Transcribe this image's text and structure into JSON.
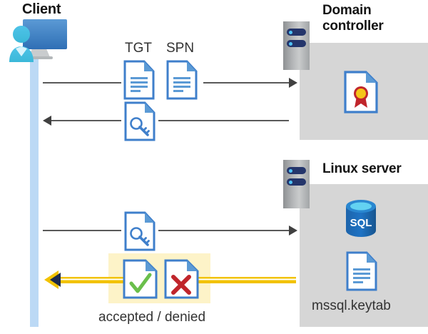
{
  "diagram": {
    "title_client": "Client",
    "title_domain_controller": "Domain controller",
    "title_linux_server": "Linux server",
    "colors": {
      "lifeline": "#bcd9f5",
      "panel_gray": "#d6d6d6",
      "highlight_yellow": "#fdf3c8",
      "arrow_yellow": "#f2c200",
      "arrow_gray": "#404040",
      "doc_blue": "#3f7fcb",
      "accept_green": "#6abf4b",
      "deny_red": "#c0252b",
      "sql_blue": "#1a6bb5",
      "cert_red": "#c0252b",
      "cert_gold": "#f5c518"
    },
    "labels": {
      "tgt": "TGT",
      "spn": "SPN",
      "accepted_denied": "accepted / denied",
      "keytab": "mssql.keytab"
    },
    "icons": {
      "client": "client-user-monitor-icon",
      "server_rack": "server-rack-icon",
      "tgt_doc": "document-icon",
      "spn_doc": "document-icon",
      "ticket_key": "document-key-icon",
      "certificate": "certificate-document-icon",
      "sql_database": "sql-database-icon",
      "keytab_doc": "document-icon",
      "accepted_doc": "document-check-icon",
      "denied_doc": "document-cross-icon"
    },
    "flows": [
      {
        "name": "tgt-spn-request",
        "direction": "right",
        "style": "gray"
      },
      {
        "name": "ticket-granting-reply",
        "direction": "left",
        "style": "gray"
      },
      {
        "name": "service-ticket-request",
        "direction": "right",
        "style": "gray"
      },
      {
        "name": "accepted-denied-reply",
        "direction": "left",
        "style": "yellow"
      }
    ]
  }
}
